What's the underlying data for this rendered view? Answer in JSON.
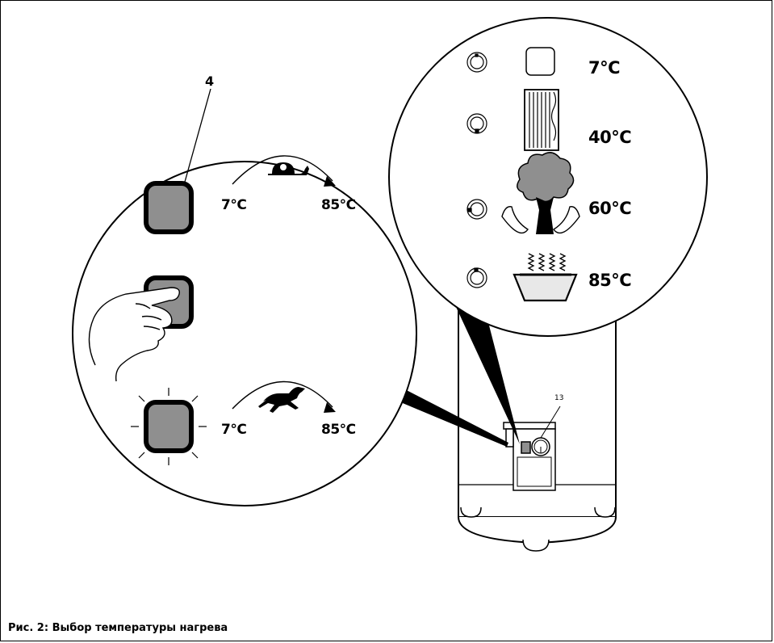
{
  "callout_number_left": "4",
  "callout_number_tank": "13",
  "left_panel": {
    "row1": {
      "from": "7°C",
      "to": "85°C",
      "speed_icon": "snail-icon"
    },
    "row2": {
      "action_icon": "finger-press-icon"
    },
    "row3": {
      "from": "7°C",
      "to": "85°C",
      "speed_icon": "horse-icon"
    }
  },
  "right_panel": {
    "rows": [
      {
        "temp": "7°C",
        "icon": "empty-square-icon"
      },
      {
        "temp": "40°C",
        "icon": "radiator-icon"
      },
      {
        "temp": "60°C",
        "icon": "tree-hands-icon"
      },
      {
        "temp": "85°C",
        "icon": "hot-bath-icon"
      }
    ]
  },
  "caption": "Рис. 2: Выбор температуры нагрева",
  "colors": {
    "button_fill": "#8f8f8f",
    "line": "#000000",
    "background": "#ffffff"
  }
}
